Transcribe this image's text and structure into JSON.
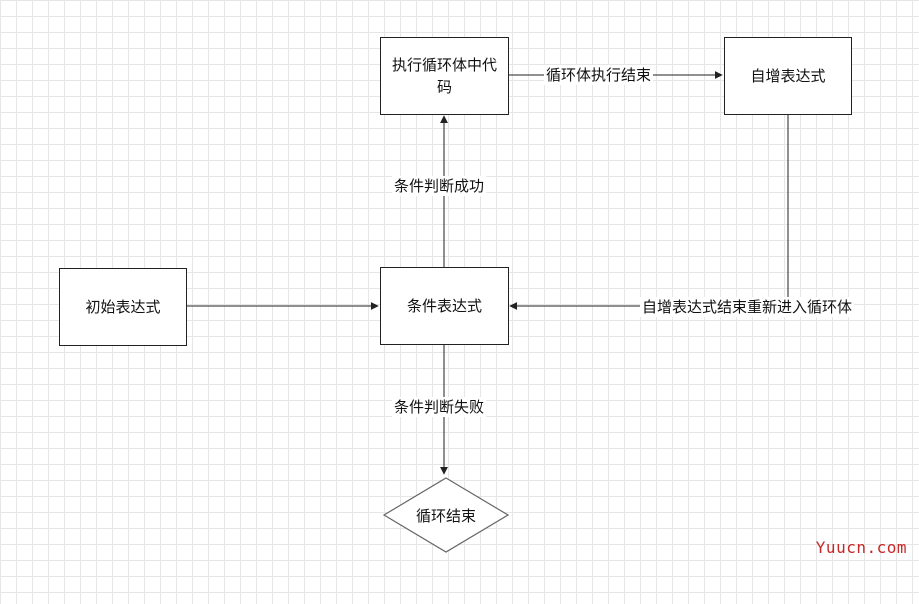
{
  "nodes": {
    "init": "初始表达式",
    "condition": "条件表达式",
    "body": "执行循环体中代码",
    "increment": "自增表达式",
    "end": "循环结束"
  },
  "edges": {
    "success": "条件判断成功",
    "body_done": "循环体执行结束",
    "reenter": "自增表达式结束重新进入循环体",
    "failure": "条件判断失败"
  },
  "watermark": "Yuucn.com",
  "colors": {
    "line": "#222222",
    "node_border": "#222222",
    "diamond_border": "#666666",
    "grid": "#e6e6e6",
    "watermark": "#c62828"
  }
}
